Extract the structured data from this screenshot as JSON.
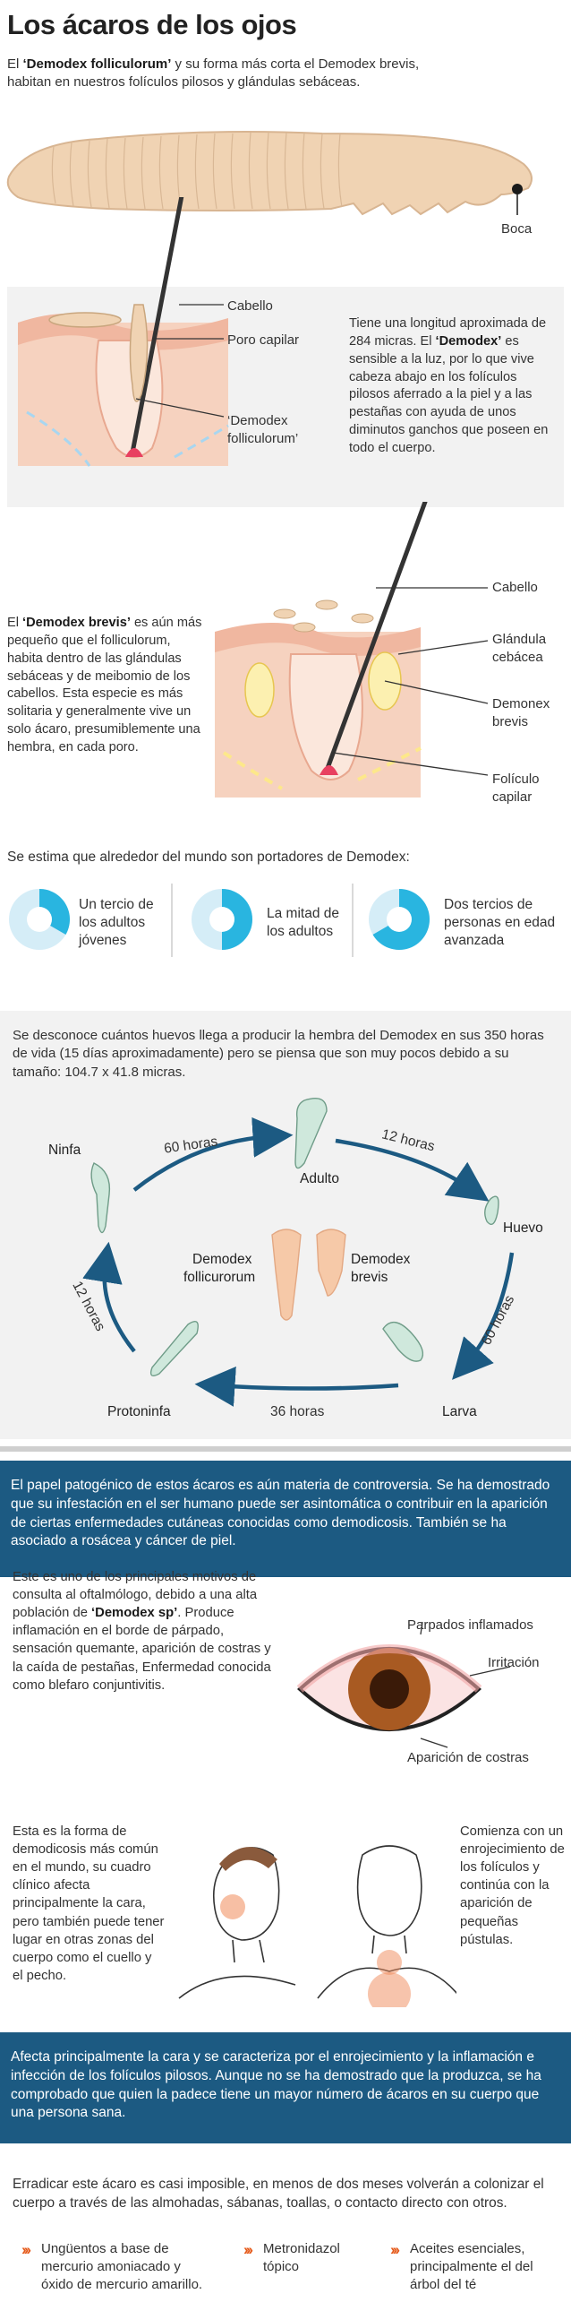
{
  "title": "Los ácaros de los ojos",
  "intro": {
    "pre": "El ",
    "bold": "‘Demodex folliculorum’",
    "post": " y su forma más corta el Demodex brevis, habitan en nuestros folículos pilosos y glándulas sebáceas."
  },
  "mite_label": "Boca",
  "follicle1": {
    "labels": {
      "hair": "Cabello",
      "pore": "Poro capilar",
      "mite1": "‘Demodex",
      "mite2": "folliculorum’"
    },
    "desc": {
      "pre": "Tiene una longitud aproximada de 284 micras. El ",
      "bold": "‘Demodex’",
      "post": " es sensible a la luz, por lo que vive cabeza abajo en los folículos pilosos aferrado a la piel y a las pestañas con ayuda de unos diminutos ganchos que poseen en todo el cuerpo."
    }
  },
  "follicle2": {
    "desc": {
      "pre": "El ",
      "bold": "‘Demodex brevis’",
      "post": " es aún más pequeño que el folliculorum, habita dentro de las glándulas sebáceas y de meibomio de los cabellos. Esta especie es más solitaria y generalmente vive un solo ácaro, presumiblemente una hembra, en cada poro."
    },
    "labels": {
      "hair": "Cabello",
      "gland1": "Glándula",
      "gland2": "cebácea",
      "mite1": "Demonex",
      "mite2": "brevis",
      "follicle1": "Folículo",
      "follicle2": "capilar"
    }
  },
  "stats": {
    "heading": "Se estima que alrededor del mundo son portadores de Demodex:",
    "items": [
      {
        "label": "Un tercio de los adultos jóvenes",
        "value": 0.333
      },
      {
        "label": "La mitad de los adultos",
        "value": 0.5
      },
      {
        "label": "Dos tercios de personas en edad avanzada",
        "value": 0.667
      }
    ],
    "colors": {
      "fill": "#29b5e0",
      "rest": "#d5edf7"
    }
  },
  "lifecycle": {
    "intro": "Se desconoce cuántos huevos llega a producir la hembra del Demodex en sus 350 horas de vida (15 días aproximadamente) pero se piensa que son muy pocos debido a su tamaño: 104.7 x 41.8 micras.",
    "stages": {
      "nymph": "Ninfa",
      "adult": "Adulto",
      "egg": "Huevo",
      "larva": "Larva",
      "protonymph": "Protoninfa"
    },
    "durations": {
      "nymph_adult": "60 horas",
      "adult_egg": "12 horas",
      "egg_larva": "60 horas",
      "larva_protonymph": "36 horas",
      "protonymph_nymph": "12 horas"
    },
    "species": {
      "a1": "Demodex",
      "a2": "follicurorum",
      "b1": "Demodex",
      "b2": "brevis"
    }
  },
  "band1": "El papel patogénico de estos ácaros es aún materia de controversia. Se ha demostrado que su infestación en el ser humano puede ser asintomática o contribuir en la aparición de ciertas enfermedades cutáneas conocidas como demodicosis. También se ha asociado a rosácea y cáncer de piel.",
  "eye": {
    "desc": {
      "pre": "Este es uno de los principales motivos de consulta al oftalmólogo, debido a una alta población de ",
      "bold": "‘Demodex sp’",
      "post": ". Produce inflamación en el borde de párpado, sensación quemante, aparición de costras y la caída de pestañas, Enfermedad conocida como blefaro conjuntivitis."
    },
    "labels": {
      "lids": "Parpados inflamados",
      "irritation": "Irritación",
      "crusts": "Aparición de costras"
    }
  },
  "face": {
    "left": "Esta es la forma de demodicosis más común en el mundo, su cuadro clínico afecta principalmente la cara, pero también puede tener lugar en otras zonas del cuerpo como el cuello y el pecho.",
    "right": "Comienza con un enrojecimiento de los folículos y continúa con la aparición de pequeñas pústulas."
  },
  "band2": "Afecta principalmente la cara y se caracteriza por el enrojecimiento y la inflamación e infección de los folículos pilosos. Aunque no se ha demostrado que la produzca, se ha comprobado que quien la padece tiene un mayor número de ácaros en su cuerpo que una persona sana.",
  "closing": "Erradicar este ácaro es casi imposible, en menos de dos meses volverán a colonizar el cuerpo a través de las almohadas, sábanas, toallas, o contacto directo con otros.",
  "treatments": [
    "Ungüentos a base de mercurio amoniacado y óxido de mercurio amarillo.",
    "Metronidazol tópico",
    "Aceites esenciales, principalmente el del árbol del té"
  ],
  "palette": {
    "skin": "#f6d2bf",
    "mite": "#f0d3b3",
    "blue_band": "#1c5a82",
    "arrow": "#1c5a82",
    "accent": "#e55a1a"
  }
}
